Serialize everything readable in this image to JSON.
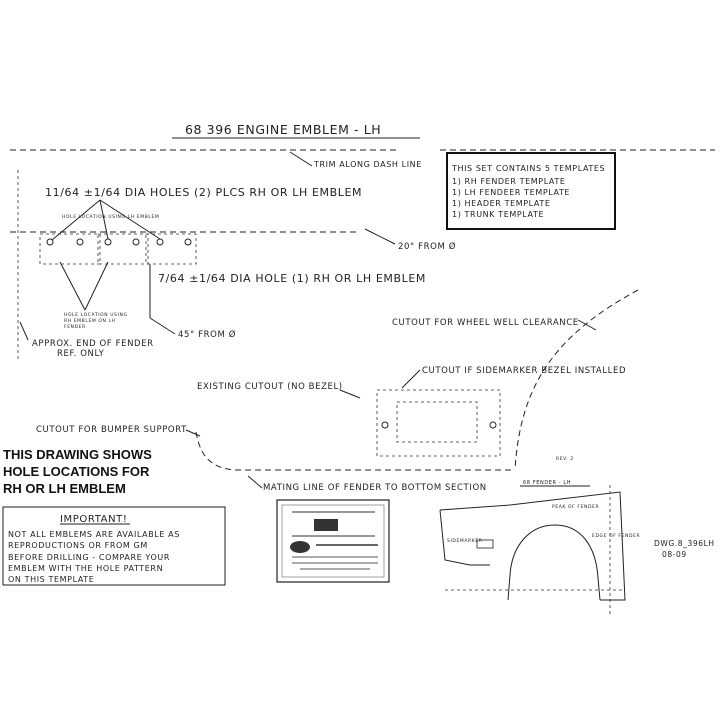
{
  "title": "68 396 ENGINE EMBLEM - LH",
  "labels": {
    "trim_dash": "TRIM ALONG DASH LINE",
    "holes_two": "11/64 ±1/64 DIA HOLES (2) PLCS RH OR LH EMBLEM",
    "hole_loc_small": "HOLE LOCATION USING LH EMBLEM",
    "from_20": "20° FROM Ø",
    "hole_one": "7/64 ±1/64 DIA HOLE (1) RH OR LH EMBLEM",
    "hole_loc_rh_1": "HOLE LOCATION USING",
    "hole_loc_rh_2": "RH EMBLEM ON LH",
    "hole_loc_rh_3": "FENDER",
    "from_45": "45° FROM Ø",
    "approx_end_1": "APPROX. END OF FENDER",
    "approx_end_2": "REF. ONLY",
    "wheel_well": "CUTOUT FOR WHEEL WELL CLEARANCE",
    "sidemarker": "CUTOUT IF SIDEMARKER BEZEL INSTALLED",
    "existing_cutout": "EXISTING CUTOUT (NO  BEZEL)",
    "bumper": "CUTOUT FOR BUMPER SUPPORT",
    "rev": "REV. 2",
    "mating_line": "MATING LINE OF FENDER TO BOTTOM SECTION"
  },
  "templates_box": {
    "heading": "THIS SET CONTAINS 5 TEMPLATES",
    "items": [
      "1)   RH FENDER TEMPLATE",
      "1)   LH FENDEER TEMPLATE",
      "1)   HEADER TEMPLATE",
      "1)   TRUNK TEMPLATE"
    ]
  },
  "notice": {
    "line1": "THIS DRAWING SHOWS",
    "line2": "HOLE LOCATIONS FOR",
    "line3": "RH OR LH EMBLEM"
  },
  "important": {
    "heading": "IMPORTANT!",
    "lines": [
      "NOT ALL EMBLEMS ARE AVAILABLE AS",
      "REPRODUCTIONS OR FROM GM",
      "BEFORE DRILLING - COMPARE YOUR",
      "EMBLEM WITH THE HOLE PATTERN",
      "ON THIS TEMPLATE"
    ]
  },
  "inset": {
    "title": "68 FENDER - LH",
    "peak": "PEAK OF FENDER",
    "edge": "EDGE OF FENDER",
    "sidemarker": "SIDEMARKER"
  },
  "drawing_no": {
    "line1": "DWG.8_396LH",
    "line2": "08-09"
  }
}
